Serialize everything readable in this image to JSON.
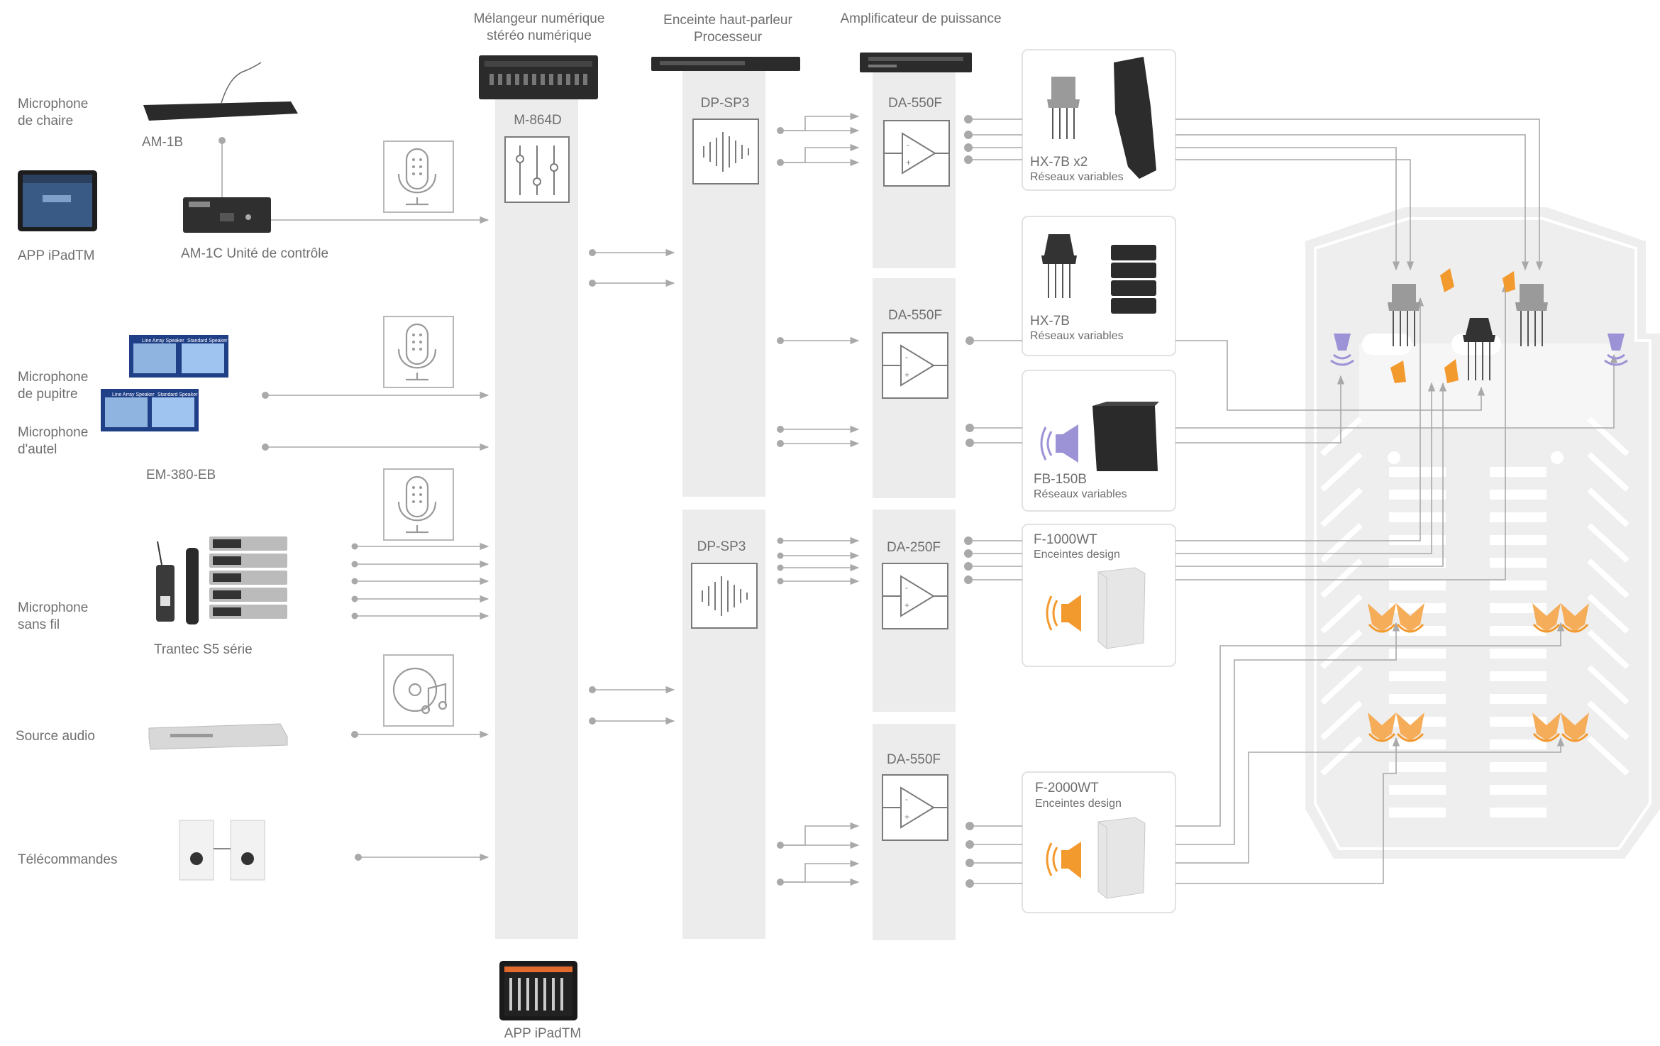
{
  "columns": {
    "mixer": [
      "Mélangeur numérique",
      "stéréo numérique"
    ],
    "processor": [
      "Enceinte haut-parleur",
      "Processeur"
    ],
    "amplifier": [
      "Amplificateur de puissance"
    ]
  },
  "sources": {
    "pulpit_mic": [
      "Microphone",
      "de chaire"
    ],
    "am1b": "AM-1B",
    "ipad_left": "APP iPadTM",
    "am1c": "AM-1C  Unité de contrôle",
    "lectern_mic": [
      "Microphone",
      "de pupitre"
    ],
    "altar_mic": [
      "Microphone",
      "d'autel"
    ],
    "em380": "EM-380-EB",
    "wireless_mic": [
      "Microphone",
      "sans fil"
    ],
    "trantec": "Trantec S5 série",
    "audio_source": "Source audio",
    "remotes": "Télécommandes"
  },
  "devices": {
    "mixer": "M-864D",
    "proc1": "DP-SP3",
    "proc2": "DP-SP3",
    "amp1": "DA-550F",
    "amp2": "DA-550F",
    "amp3": "DA-250F",
    "amp4": "DA-550F",
    "ipad_bottom": "APP iPadTM"
  },
  "speakers": {
    "hx7b_x2": {
      "model": "HX-7B  x2",
      "sub": "Réseaux variables"
    },
    "hx7b": {
      "model": "HX-7B",
      "sub": "Réseaux variables"
    },
    "fb150b": {
      "model": "FB-150B",
      "sub": "Réseaux variables"
    },
    "f1000wt": {
      "model": "F-1000WT",
      "sub": "Enceintes design"
    },
    "f2000wt": {
      "model": "F-2000WT",
      "sub": "Enceintes design"
    }
  },
  "mini_labels": {
    "lineArray": "Line Array Speaker",
    "standard": "Standard Speaker"
  },
  "colors": {
    "band": "#ececec",
    "line": "#a9a9a9",
    "orange": "#f39a2f",
    "violet": "#9b93d6",
    "text": "#6e6e6e"
  }
}
